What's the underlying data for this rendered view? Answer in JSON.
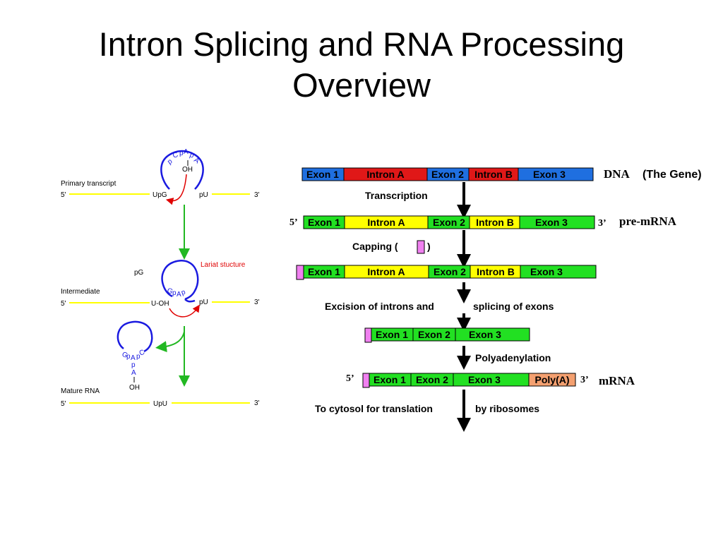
{
  "title": {
    "line1": "Intron Splicing and RNA Processing",
    "line2": "Overview"
  },
  "colors": {
    "exon_dna": "#1f6fe0",
    "intron_dna": "#e01818",
    "exon_rna": "#22e022",
    "intron_rna": "#ffff00",
    "cap": "#f080f0",
    "polya": "#f4a070",
    "arrow": "#000000",
    "rna_line": "#ffff00",
    "loop": "#1a1ae0",
    "green_arrow": "#22b822",
    "red_arrow": "#e00000"
  },
  "left": {
    "primary_transcript": "Primary transcript",
    "intermediate": "Intermediate",
    "mature_rna": "Mature RNA",
    "five_prime": "5'",
    "three_prime": "3'",
    "upg": "UpG",
    "pu": "pU",
    "uoh": "U-OH",
    "upu": "UpU",
    "pg": "pG",
    "lariat": "Lariat stucture",
    "oh": "OH",
    "loop_top_p1": "p",
    "loop_top_c": "C",
    "loop_top_p2": "p",
    "loop_top_a1": "A",
    "loop_top_p3": "p",
    "loop_top_a2": "A",
    "int_g": "G",
    "int_p1": "p",
    "int_a": "A",
    "int_p2": "p",
    "lar_g": "G",
    "lar_p1": "p",
    "lar_a": "A",
    "lar_p2": "p",
    "lar_c": "C",
    "lar_p3": "p",
    "lar_a2": "A",
    "lar_oh": "OH"
  },
  "right": {
    "dna_label": "DNA",
    "gene_label": "(The Gene)",
    "premrna_label": "pre-mRNA",
    "mrna_label": "mRNA",
    "five": "5’",
    "three": "3’",
    "exon1": "Exon 1",
    "intronA": "Intron A",
    "exon2": "Exon 2",
    "intronB": "Intron B",
    "exon3": "Exon 3",
    "polya": "Poly(A)",
    "transcription": "Transcription",
    "capping": "Capping  (",
    "capping_close": ")",
    "excision": "Excision of introns and",
    "splicing": "splicing of exons",
    "polyadenylation": "Polyadenylation",
    "cytosol": "To cytosol for translation",
    "ribosomes": "by ribosomes"
  }
}
